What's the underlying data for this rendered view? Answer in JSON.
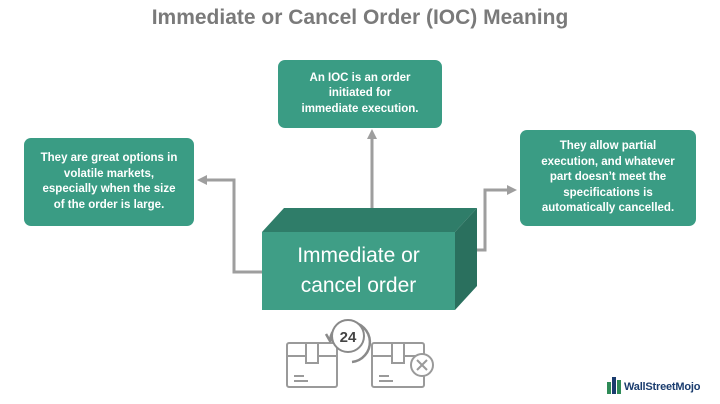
{
  "title": "Immediate or Cancel Order (IOC) Meaning",
  "center_box": {
    "text": "Immediate or\ncancel order"
  },
  "boxes": {
    "top": "An IOC is an order\ninitiated for\nimmediate execution.",
    "left": "They are great options in\nvolatile markets,\nespecially when the size\nof the order is large.",
    "right": "They allow partial\nexecution, and whatever\npart doesn’t meet the\nspecifications is\nautomatically cancelled."
  },
  "clock_badge": "24",
  "logo": {
    "text": "WallStreetMojo"
  },
  "colors": {
    "box": "#3a9c84",
    "cube_front": "#3f9e86",
    "cube_top": "#2f7d69",
    "cube_side": "#2a705e",
    "arrow": "#9e9e9e",
    "title": "#7a7a7a"
  }
}
